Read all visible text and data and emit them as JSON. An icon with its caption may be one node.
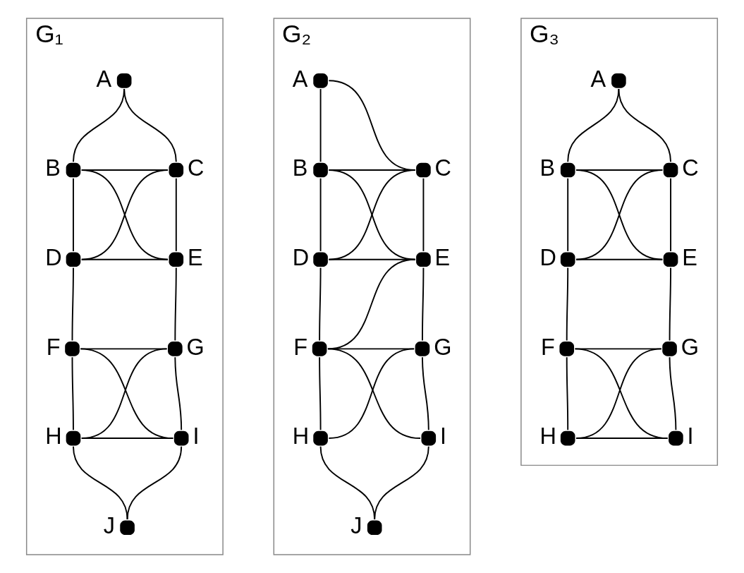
{
  "diagram": {
    "nodes": [
      {
        "text": [
          "G₁"
        ]
      },
      {
        "text": [],
        "shape": "circle",
        "beside": [
          "A"
        ],
        "in": 0
      },
      {
        "text": [],
        "shape": "circle",
        "beside": [
          "B"
        ],
        "in": 0
      },
      {
        "text": [],
        "shape": "circle",
        "beside": [
          "C"
        ],
        "in": 0
      },
      {
        "text": [],
        "shape": "circle",
        "beside": [
          "D"
        ],
        "in": 0
      },
      {
        "text": [],
        "shape": "circle",
        "beside": [
          "E"
        ],
        "in": 0
      },
      {
        "text": [],
        "shape": "circle",
        "beside": [
          "F"
        ],
        "in": 0
      },
      {
        "text": [],
        "shape": "circle",
        "beside": [
          "G"
        ],
        "in": 0
      },
      {
        "text": [],
        "shape": "circle",
        "beside": [
          "H"
        ],
        "in": 0
      },
      {
        "text": [],
        "shape": "circle",
        "beside": [
          "I"
        ],
        "in": 0
      },
      {
        "text": [],
        "shape": "circle",
        "beside": [
          "J"
        ],
        "in": 0
      },
      {
        "text": [
          "G₂"
        ]
      },
      {
        "text": [],
        "shape": "circle",
        "beside": [
          "A"
        ],
        "in": 11
      },
      {
        "text": [],
        "shape": "circle",
        "beside": [
          "B"
        ],
        "in": 11
      },
      {
        "text": [],
        "shape": "circle",
        "beside": [
          "C"
        ],
        "in": 11
      },
      {
        "text": [],
        "shape": "circle",
        "beside": [
          "D"
        ],
        "in": 11
      },
      {
        "text": [],
        "shape": "circle",
        "beside": [
          "E"
        ],
        "in": 11
      },
      {
        "text": [],
        "shape": "circle",
        "beside": [
          "F"
        ],
        "in": 11
      },
      {
        "text": [],
        "shape": "circle",
        "beside": [
          "G"
        ],
        "in": 11
      },
      {
        "text": [],
        "shape": "circle",
        "beside": [
          "H"
        ],
        "in": 11
      },
      {
        "text": [],
        "shape": "circle",
        "beside": [
          "I"
        ],
        "in": 11
      },
      {
        "text": [],
        "shape": "circle",
        "beside": [
          "J"
        ],
        "in": 11
      },
      {
        "text": [
          "G₃"
        ]
      },
      {
        "text": [],
        "shape": "circle",
        "beside": [
          "A"
        ],
        "in": 22
      },
      {
        "text": [],
        "shape": "circle",
        "beside": [
          "B"
        ],
        "in": 22
      },
      {
        "text": [],
        "shape": "circle",
        "beside": [
          "C"
        ],
        "in": 22
      },
      {
        "text": [],
        "shape": "circle",
        "beside": [
          "D"
        ],
        "in": 22
      },
      {
        "text": [],
        "shape": "circle",
        "beside": [
          "E"
        ],
        "in": 22
      },
      {
        "text": [],
        "shape": "circle",
        "beside": [
          "F"
        ],
        "in": 22
      },
      {
        "text": [],
        "shape": "circle",
        "beside": [
          "G"
        ],
        "in": 22
      },
      {
        "text": [],
        "shape": "circle",
        "beside": [
          "H"
        ],
        "in": 22
      },
      {
        "text": [],
        "shape": "circle",
        "beside": [
          "I"
        ],
        "in": 22
      }
    ],
    "edges": [
      {
        "from": 1,
        "to": 2,
        "arrow": "none"
      },
      {
        "from": 1,
        "to": 3,
        "arrow": "none"
      },
      {
        "from": 2,
        "to": 3,
        "arrow": "none"
      },
      {
        "from": 2,
        "to": 4,
        "arrow": "none"
      },
      {
        "from": 2,
        "to": 5,
        "arrow": "none"
      },
      {
        "from": 3,
        "to": 4,
        "arrow": "none"
      },
      {
        "from": 3,
        "to": 5,
        "arrow": "none"
      },
      {
        "from": 4,
        "to": 5,
        "arrow": "none"
      },
      {
        "from": 4,
        "to": 6,
        "arrow": "none"
      },
      {
        "from": 5,
        "to": 7,
        "arrow": "none"
      },
      {
        "from": 6,
        "to": 7,
        "arrow": "none"
      },
      {
        "from": 6,
        "to": 8,
        "arrow": "none"
      },
      {
        "from": 6,
        "to": 9,
        "arrow": "none"
      },
      {
        "from": 7,
        "to": 8,
        "arrow": "none"
      },
      {
        "from": 7,
        "to": 9,
        "arrow": "none"
      },
      {
        "from": 8,
        "to": 9,
        "arrow": "none"
      },
      {
        "from": 8,
        "to": 10,
        "arrow": "none"
      },
      {
        "from": 9,
        "to": 10,
        "arrow": "none"
      },
      {
        "from": 12,
        "to": 13,
        "arrow": "none"
      },
      {
        "from": 12,
        "to": 14,
        "arrow": "none"
      },
      {
        "from": 13,
        "to": 14,
        "arrow": "none"
      },
      {
        "from": 13,
        "to": 15,
        "arrow": "none"
      },
      {
        "from": 13,
        "to": 16,
        "arrow": "none"
      },
      {
        "from": 14,
        "to": 15,
        "arrow": "none"
      },
      {
        "from": 14,
        "to": 16,
        "arrow": "none"
      },
      {
        "from": 15,
        "to": 16,
        "arrow": "none"
      },
      {
        "from": 15,
        "to": 17,
        "arrow": "none"
      },
      {
        "from": 16,
        "to": 17,
        "arrow": "none"
      },
      {
        "from": 16,
        "to": 18,
        "arrow": "none"
      },
      {
        "from": 17,
        "to": 18,
        "arrow": "none"
      },
      {
        "from": 17,
        "to": 19,
        "arrow": "none"
      },
      {
        "from": 17,
        "to": 20,
        "arrow": "none"
      },
      {
        "from": 18,
        "to": 19,
        "arrow": "none"
      },
      {
        "from": 18,
        "to": 20,
        "arrow": "none"
      },
      {
        "from": 19,
        "to": 21,
        "arrow": "none"
      },
      {
        "from": 20,
        "to": 21,
        "arrow": "none"
      },
      {
        "from": 23,
        "to": 24,
        "arrow": "none"
      },
      {
        "from": 23,
        "to": 25,
        "arrow": "none"
      },
      {
        "from": 24,
        "to": 25,
        "arrow": "none"
      },
      {
        "from": 24,
        "to": 26,
        "arrow": "none"
      },
      {
        "from": 24,
        "to": 27,
        "arrow": "none"
      },
      {
        "from": 25,
        "to": 26,
        "arrow": "none"
      },
      {
        "from": 25,
        "to": 27,
        "arrow": "none"
      },
      {
        "from": 26,
        "to": 27,
        "arrow": "none"
      },
      {
        "from": 26,
        "to": 28,
        "arrow": "none"
      },
      {
        "from": 27,
        "to": 29,
        "arrow": "none"
      },
      {
        "from": 28,
        "to": 29,
        "arrow": "none"
      },
      {
        "from": 28,
        "to": 30,
        "arrow": "none"
      },
      {
        "from": 28,
        "to": 31,
        "arrow": "none"
      },
      {
        "from": 29,
        "to": 30,
        "arrow": "none"
      },
      {
        "from": 29,
        "to": 31,
        "arrow": "none"
      },
      {
        "from": 30,
        "to": 31,
        "arrow": "none"
      }
    ]
  }
}
